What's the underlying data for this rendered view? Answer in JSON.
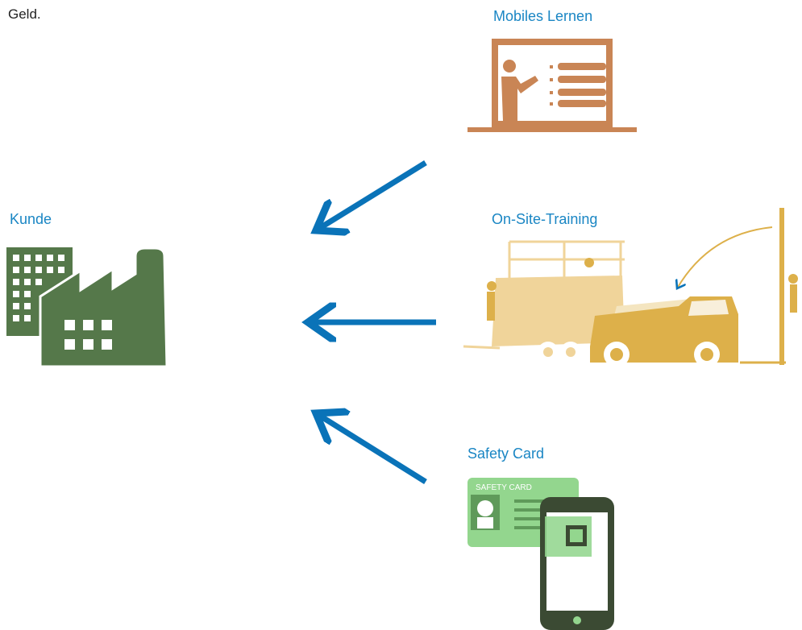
{
  "intro_text": "Geld.",
  "colors": {
    "label": "#1a86c4",
    "arrow": "#0a73b8",
    "mobile_icon": "#c98555",
    "factory": "#55784a",
    "trailer": "#f0d49a",
    "truck": "#ddb04a",
    "card": "#93d68e",
    "phone": "#3b4a33"
  },
  "nodes": {
    "kunde": {
      "label": "Kunde",
      "icon": "factory-icon"
    },
    "mobiles_lernen": {
      "label": "Mobiles Lernen",
      "icon": "presentation-screen-icon"
    },
    "on_site_training": {
      "label": "On-Site-Training",
      "icon": "training-trailer-truck-icon"
    },
    "safety_card": {
      "label": "Safety Card",
      "icon": "safety-card-phone-icon",
      "card_text": "SAFETY CARD"
    }
  },
  "edges": [
    {
      "from": "mobiles_lernen",
      "to": "kunde"
    },
    {
      "from": "on_site_training",
      "to": "kunde"
    },
    {
      "from": "safety_card",
      "to": "kunde"
    }
  ]
}
